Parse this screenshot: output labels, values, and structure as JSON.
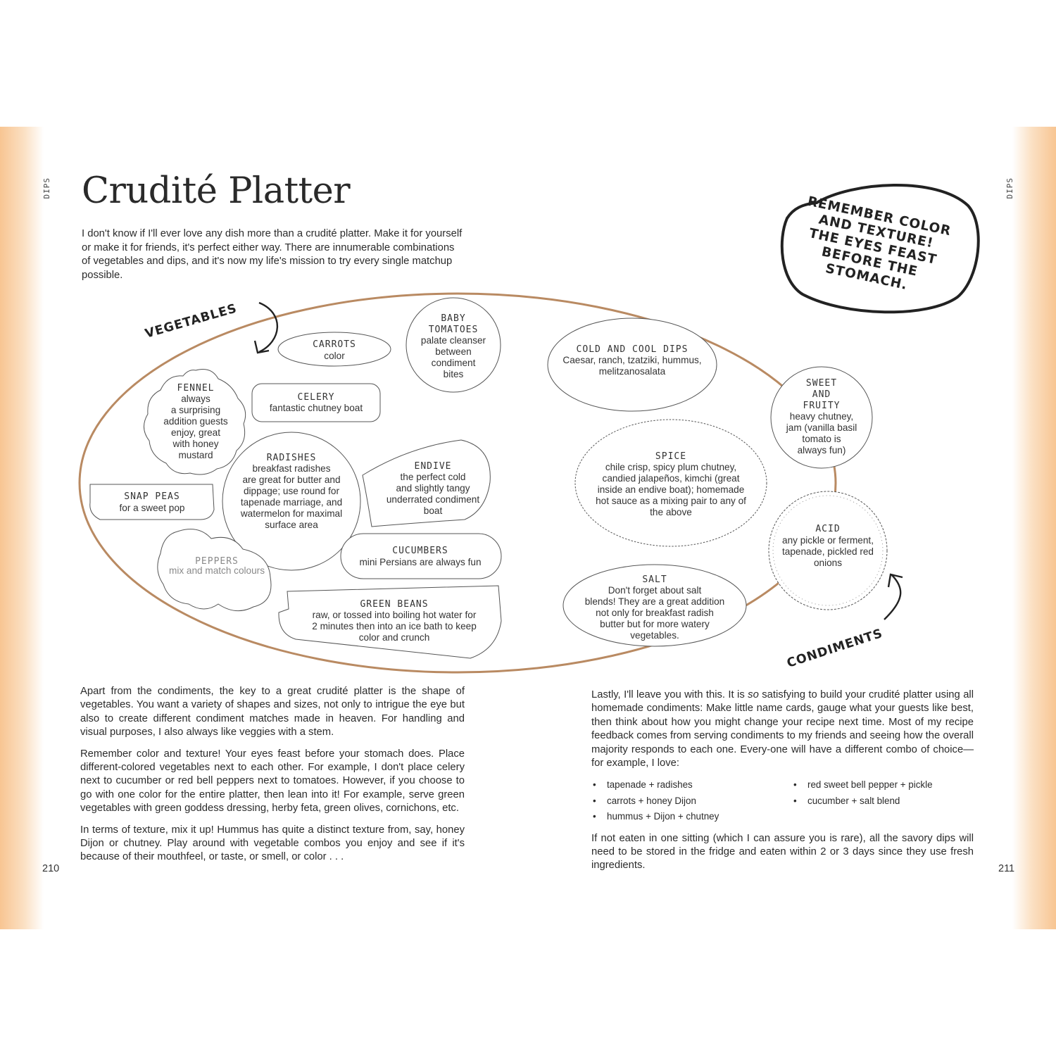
{
  "running_head": "DIPS",
  "title": "Crudité Platter",
  "intro": "I don't know if I'll ever love any dish more than a crudité platter. Make it for yourself or make it for friends, it's perfect either way. There are innumerable combinations of vegetables and dips, and it's now my life's mission to try every single matchup possible.",
  "callout": [
    "REMEMBER COLOR",
    "AND TEXTURE!",
    "THE EYES FEAST",
    "BEFORE THE",
    "STOMACH."
  ],
  "vegetables_label": "VEGETABLES",
  "condiments_label": "CONDIMENTS",
  "vegetables": {
    "carrots": {
      "name": "CARROTS",
      "lines": [
        "color"
      ]
    },
    "baby_tomatoes": {
      "name": [
        "BABY",
        "TOMATOES"
      ],
      "lines": [
        "palate cleanser",
        "between",
        "condiment",
        "bites"
      ]
    },
    "fennel": {
      "name": "FENNEL",
      "lines": [
        "always",
        "a surprising",
        "addition guests",
        "enjoy, great",
        "with honey",
        "mustard"
      ]
    },
    "celery": {
      "name": "CELERY",
      "lines": [
        "fantastic chutney boat"
      ]
    },
    "radishes": {
      "name": "RADISHES",
      "lines": [
        "breakfast radishes",
        "are great for butter and",
        "dippage; use round for",
        "tapenade marriage, and",
        "watermelon for maximal",
        "surface area"
      ]
    },
    "endive": {
      "name": "ENDIVE",
      "lines": [
        "the perfect cold",
        "and slightly tangy",
        "underrated condiment",
        "boat"
      ]
    },
    "snap_peas": {
      "name": "SNAP PEAS",
      "lines": [
        "for a sweet pop"
      ]
    },
    "peppers": {
      "name": "PEPPERS",
      "lines": [
        "mix and match colours"
      ]
    },
    "cucumbers": {
      "name": "CUCUMBERS",
      "lines": [
        "mini Persians are always fun"
      ]
    },
    "green_beans": {
      "name": "GREEN BEANS",
      "lines": [
        "raw, or tossed into boiling hot water for",
        "2 minutes then into an ice bath to keep",
        "color and crunch"
      ]
    }
  },
  "condiments": {
    "cold_and_cool": {
      "name": "COLD AND COOL DIPS",
      "lines": [
        "Caesar, ranch, tzatziki, hummus,",
        "melitzanosalata"
      ]
    },
    "sweet_and_fruity": {
      "name": [
        "SWEET",
        "AND",
        "FRUITY"
      ],
      "lines": [
        "heavy chutney,",
        "jam (vanilla basil",
        "tomato is",
        "always fun)"
      ]
    },
    "spice": {
      "name": "SPICE",
      "lines": [
        "chile crisp, spicy plum chutney,",
        "candied jalapeños, kimchi (great",
        "inside an endive boat); homemade",
        "hot sauce as a mixing pair to any of",
        "the above"
      ]
    },
    "acid": {
      "name": "ACID",
      "lines": [
        "any pickle or ferment,",
        "tapenade, pickled red",
        "onions"
      ]
    },
    "salt": {
      "name": "SALT",
      "lines": [
        "Don't forget about salt",
        "blends! They are a great addition",
        "not only for breakfast radish",
        "butter but for more watery",
        "vegetables."
      ]
    }
  },
  "left_column": [
    "Apart from the condiments, the key to a great crudité platter is the shape of vegetables. You want a variety of shapes and sizes, not only to intrigue the eye but also to create different condiment matches made in heaven. For handling and visual purposes, I also always like veggies with a stem.",
    "Remember color and texture! Your eyes feast before your stomach does. Place different-colored vegetables next to each other. For example, I don't place celery next to cucumber or red bell peppers next to tomatoes. However, if you choose to go with one color for the entire platter, then lean into it! For example, serve green vegetables with green goddess dressing, herby feta, green olives, cornichons, etc.",
    "In terms of texture, mix it up! Hummus has quite a distinct texture from, say, honey Dijon or chutney. Play around with vegetable combos you enjoy and see if it's because of their mouthfeel, or taste, or smell, or color . . ."
  ],
  "right_column": {
    "para1_before": "Lastly, I'll leave you with this. It is ",
    "para1_em": "so",
    "para1_after": " satisfying to build your crudité platter using all homemade condiments: Make little name cards, gauge what your guests like best, then think about how you might change your recipe next time. Most of my recipe feedback comes from serving condiments to my friends and seeing how the overall majority responds to each one. Every-one will have a different combo of choice—for example, I love:",
    "bullets": [
      "tapenade + radishes",
      "red sweet bell pepper + pickle",
      "carrots + honey Dijon",
      "cucumber + salt blend",
      "hummus + Dijon + chutney"
    ],
    "para2": "If not eaten in one sitting (which I can assure you is rare), all the savory dips will need to be stored in the fridge and eaten within 2 or 3 days since they use fresh ingredients."
  },
  "page_left": "210",
  "page_right": "211",
  "colors": {
    "page_edge": "#f8c592",
    "platter_outline": "#b98a62",
    "ink": "#222222"
  }
}
